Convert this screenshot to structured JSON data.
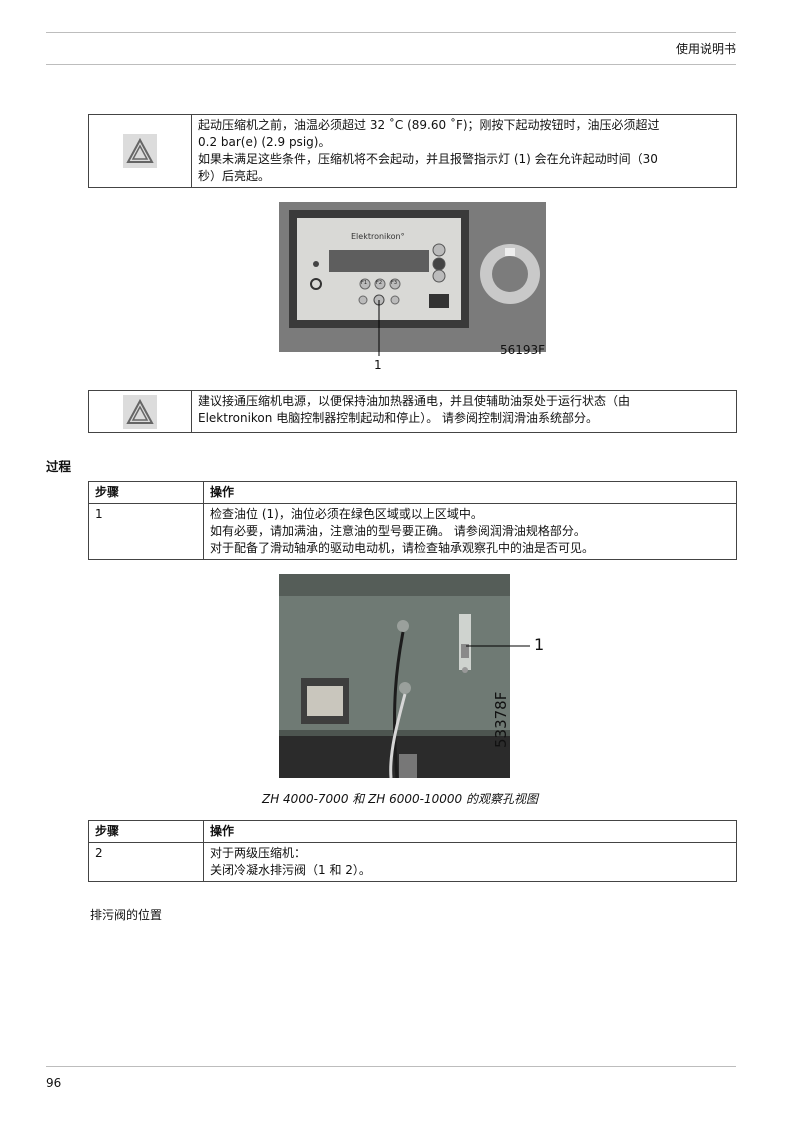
{
  "header": {
    "title": "使用说明书"
  },
  "notice1": {
    "icon": "warning-triangle-icon",
    "lines": [
      "起动压缩机之前，油温必须超过 32 ˚C (89.60 ˚F)；刚按下起动按钮时，油压必须超过",
      "0.2 bar(e) (2.9 psig)。",
      "如果未满足这些条件，压缩机将不会起动，并且报警指示灯 (1) 会在允许起动时间（30",
      "秒）后亮起。"
    ]
  },
  "figure1": {
    "controller_label": "Elektronikon°",
    "fkeys": [
      "F1",
      "F2",
      "F3"
    ],
    "callout": "1",
    "code": "56193F"
  },
  "notice2": {
    "icon": "warning-triangle-icon",
    "lines": [
      "建议接通压缩机电源，以便保持油加热器通电，并且使辅助油泵处于运行状态（由",
      "Elektronikon 电脑控制器控制起动和停止）。 请参阅控制润滑油系统部分。"
    ]
  },
  "section": {
    "title": "过程"
  },
  "table1": {
    "headers": [
      "步骤",
      "操作"
    ],
    "step": "1",
    "lines": [
      "检查油位 (1)，油位必须在绿色区域或以上区域中。",
      "如有必要，请加满油，注意油的型号要正确。 请参阅润滑油规格部分。",
      "对于配备了滑动轴承的驱动电动机，请检查轴承观察孔中的油是否可见。"
    ]
  },
  "figure2": {
    "callout": "1",
    "code": "53378F",
    "caption": "ZH 4000-7000 和 ZH 6000-10000 的观察孔视图"
  },
  "table2": {
    "headers": [
      "步骤",
      "操作"
    ],
    "step": "2",
    "lines": [
      "对于两级压缩机：",
      "关闭冷凝水排污阀（1 和 2）。"
    ]
  },
  "trailing_text": "排污阀的位置",
  "footer": {
    "page_number": "96"
  }
}
